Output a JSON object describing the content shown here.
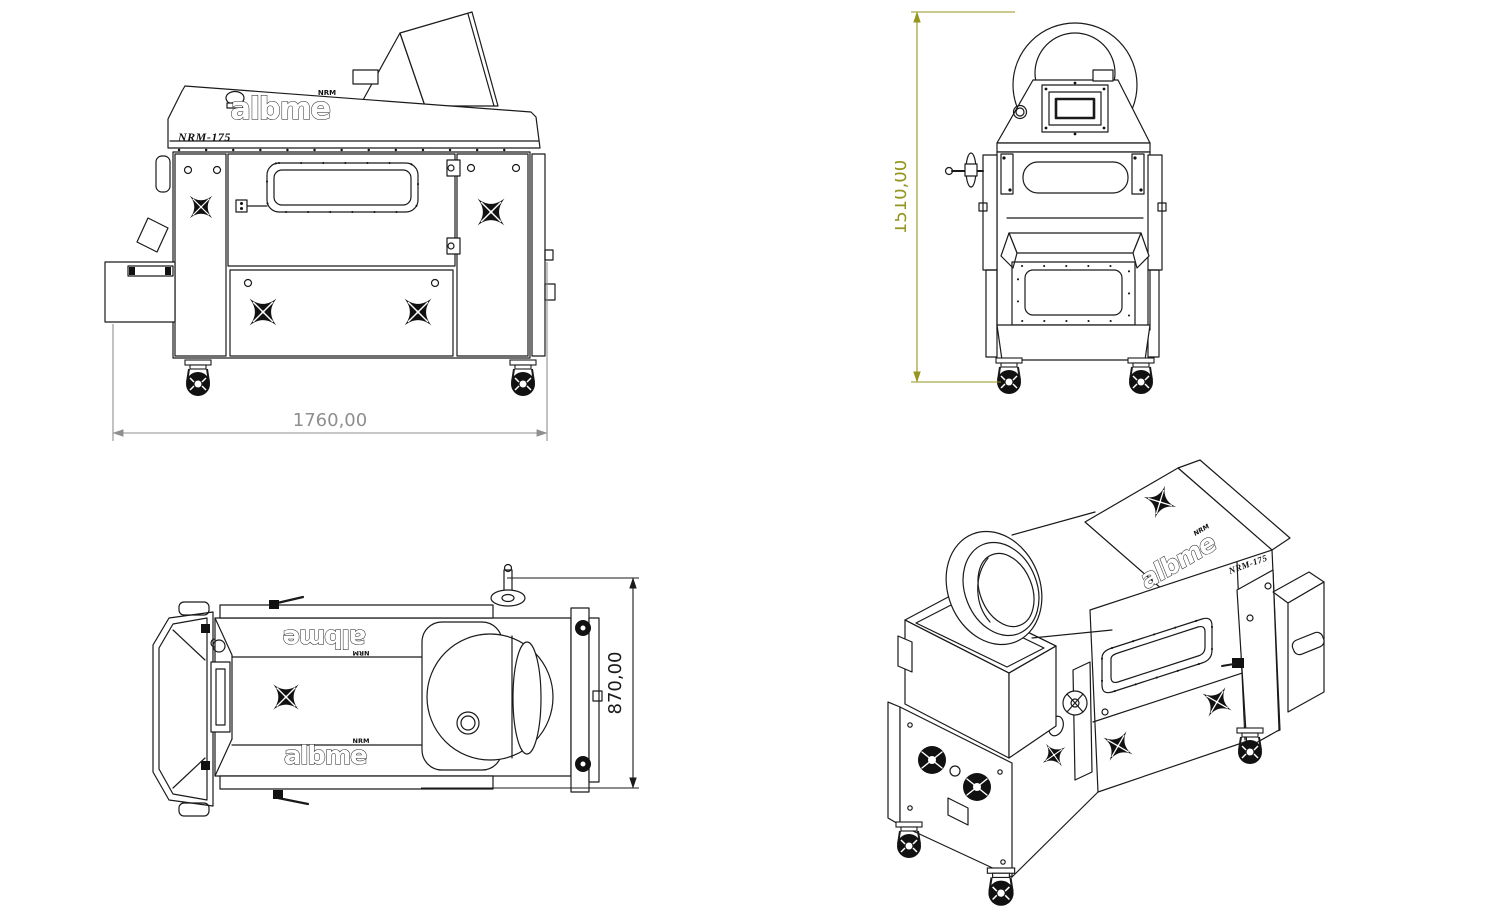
{
  "sheet": {
    "background": "#ffffff"
  },
  "branding": {
    "logo_text": "albme",
    "logo_mark": "NRM",
    "model_label": "NRM-175"
  },
  "views": {
    "side": {
      "dimension_label": "1760,00",
      "dimension_color": "#8f8f8f"
    },
    "front": {
      "dimension_label": "1510,00",
      "dimension_color": "#95951e"
    },
    "top": {
      "dimension_label": "870,00",
      "dimension_color": "#1a1a1a"
    }
  }
}
